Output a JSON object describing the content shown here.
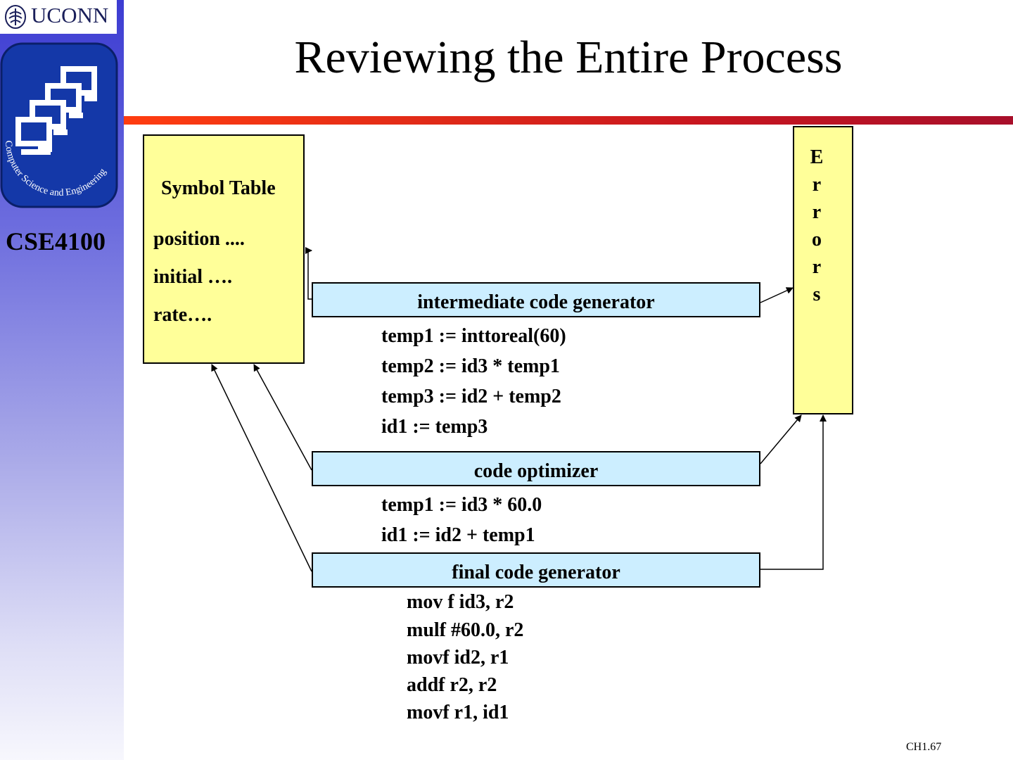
{
  "sidebar": {
    "logo_text": "UCONN",
    "dept_logo_text": "Computer Science and Engineering",
    "course_code": "CSE4100"
  },
  "title": "Reviewing the Entire Process",
  "symbol_table": {
    "heading": "Symbol Table",
    "entries": [
      "position ....",
      "initial ….",
      "rate…."
    ]
  },
  "errors_label": "Errors",
  "stages": [
    {
      "label": "intermediate code generator",
      "output": [
        "temp1 := inttoreal(60)",
        "temp2 := id3 * temp1",
        "temp3 := id2 + temp2",
        "id1 := temp3"
      ]
    },
    {
      "label": "code optimizer",
      "output": [
        "temp1 := id3 * 60.0",
        "id1 := id2 + temp1"
      ]
    },
    {
      "label": "final code generator",
      "output": [
        "mov f id3, r2",
        "mulf #60.0, r2",
        "movf id2, r1",
        "addf r2, r2",
        "movf r1, id1"
      ]
    }
  ],
  "page_number": "CH1.67",
  "colors": {
    "sidebar_top": "#3c3cd2",
    "title_rule_start": "#ff3d10",
    "title_rule_end": "#a80f2a",
    "box_yellow": "#ffff99",
    "stage_blue": "#cceeff"
  }
}
